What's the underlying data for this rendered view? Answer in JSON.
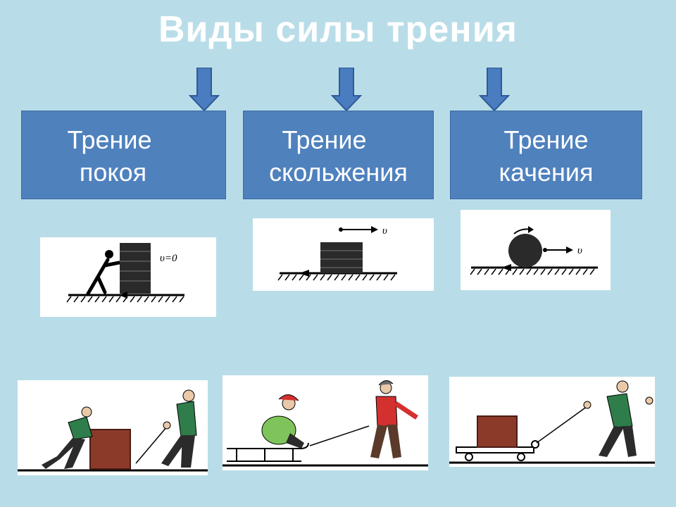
{
  "title": "Виды силы трения",
  "types": [
    {
      "line1": "Трение",
      "line2": "покоя",
      "velocity_label": "υ=0"
    },
    {
      "line1": "Трение",
      "line2": "скольжения",
      "velocity_label": "υ"
    },
    {
      "line1": "Трение",
      "line2": "качения",
      "velocity_label": "υ"
    }
  ],
  "colors": {
    "background": "#b9dde8",
    "box": "#4f81bd",
    "arrow": "#4a7cc0",
    "crate": "#8b3a2a"
  },
  "icons": [
    "arrow-down-icon",
    "person-pushing-icon",
    "crate-icon",
    "sled-icon",
    "rolling-ball-icon"
  ]
}
